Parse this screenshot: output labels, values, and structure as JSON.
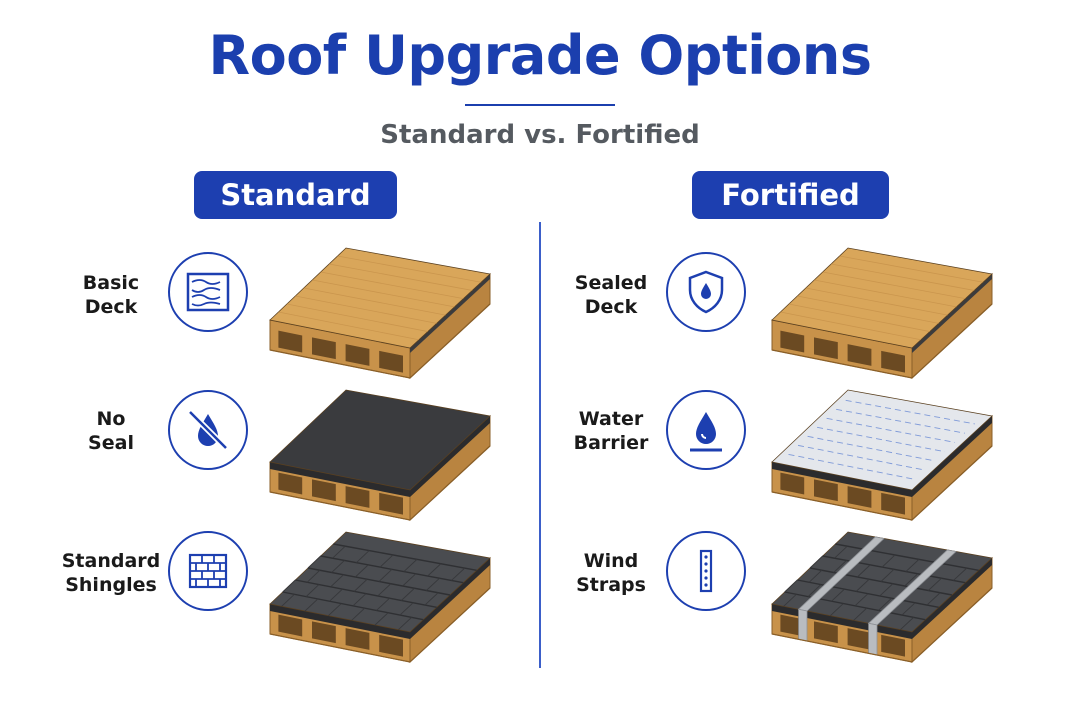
{
  "header": {
    "title": "Roof Upgrade Options",
    "subtitle": "Standard vs. Fortified"
  },
  "columns": {
    "standard": {
      "heading": "Standard",
      "rows": [
        {
          "label_line1": "Basic",
          "label_line2": "Deck",
          "icon": "wood-grain-icon",
          "layer": "deck"
        },
        {
          "label_line1": "No",
          "label_line2": "Seal",
          "icon": "no-water-drop-icon",
          "layer": "felt"
        },
        {
          "label_line1": "Standard",
          "label_line2": "Shingles",
          "icon": "brick-pattern-icon",
          "layer": "shingles"
        }
      ]
    },
    "fortified": {
      "heading": "Fortified",
      "rows": [
        {
          "label_line1": "Sealed",
          "label_line2": "Deck",
          "icon": "shield-drop-icon",
          "layer": "deck"
        },
        {
          "label_line1": "Water",
          "label_line2": "Barrier",
          "icon": "water-drop-icon",
          "layer": "barrier"
        },
        {
          "label_line1": "Wind",
          "label_line2": "Straps",
          "icon": "metal-strap-icon",
          "layer": "shingles-strapped"
        }
      ]
    }
  },
  "colors": {
    "brand_blue": "#1d3fb0",
    "wood": "#d9a65a",
    "felt": "#3a3b3e",
    "shingle": "#4a4c50",
    "barrier": "#e4e7ec",
    "strap": "#b9bcc0"
  }
}
